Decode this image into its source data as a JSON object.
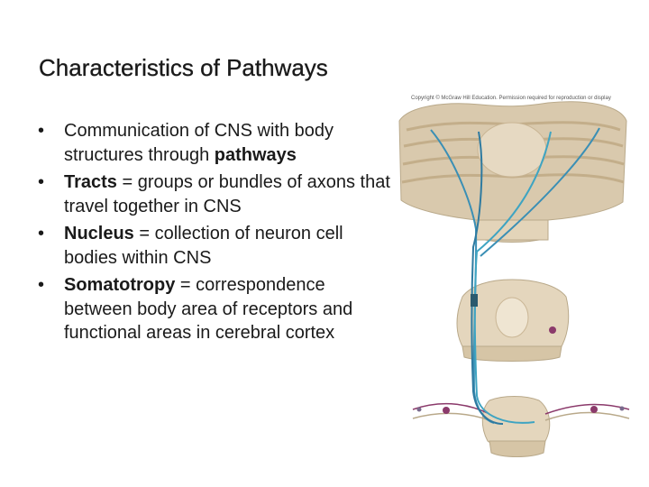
{
  "slide": {
    "title": "Characteristics of Pathways",
    "bullets": [
      {
        "term": "",
        "text": "Communication of CNS with body structures through ",
        "term_after": "pathways",
        "rest": ""
      },
      {
        "term": "Tracts",
        "text": " = groups or bundles of axons that travel together in CNS"
      },
      {
        "term": "Nucleus",
        "text": " = collection of neuron cell bodies within CNS"
      },
      {
        "term": "Somatotropy",
        "text": " = correspondence between body area of receptors and functional areas in cerebral cortex"
      }
    ]
  },
  "figure": {
    "copyright": "Copyright © McGraw Hill Education. Permission required for reproduction or display",
    "icon": "brainstem-spinal-cord-pathway-illustration"
  }
}
